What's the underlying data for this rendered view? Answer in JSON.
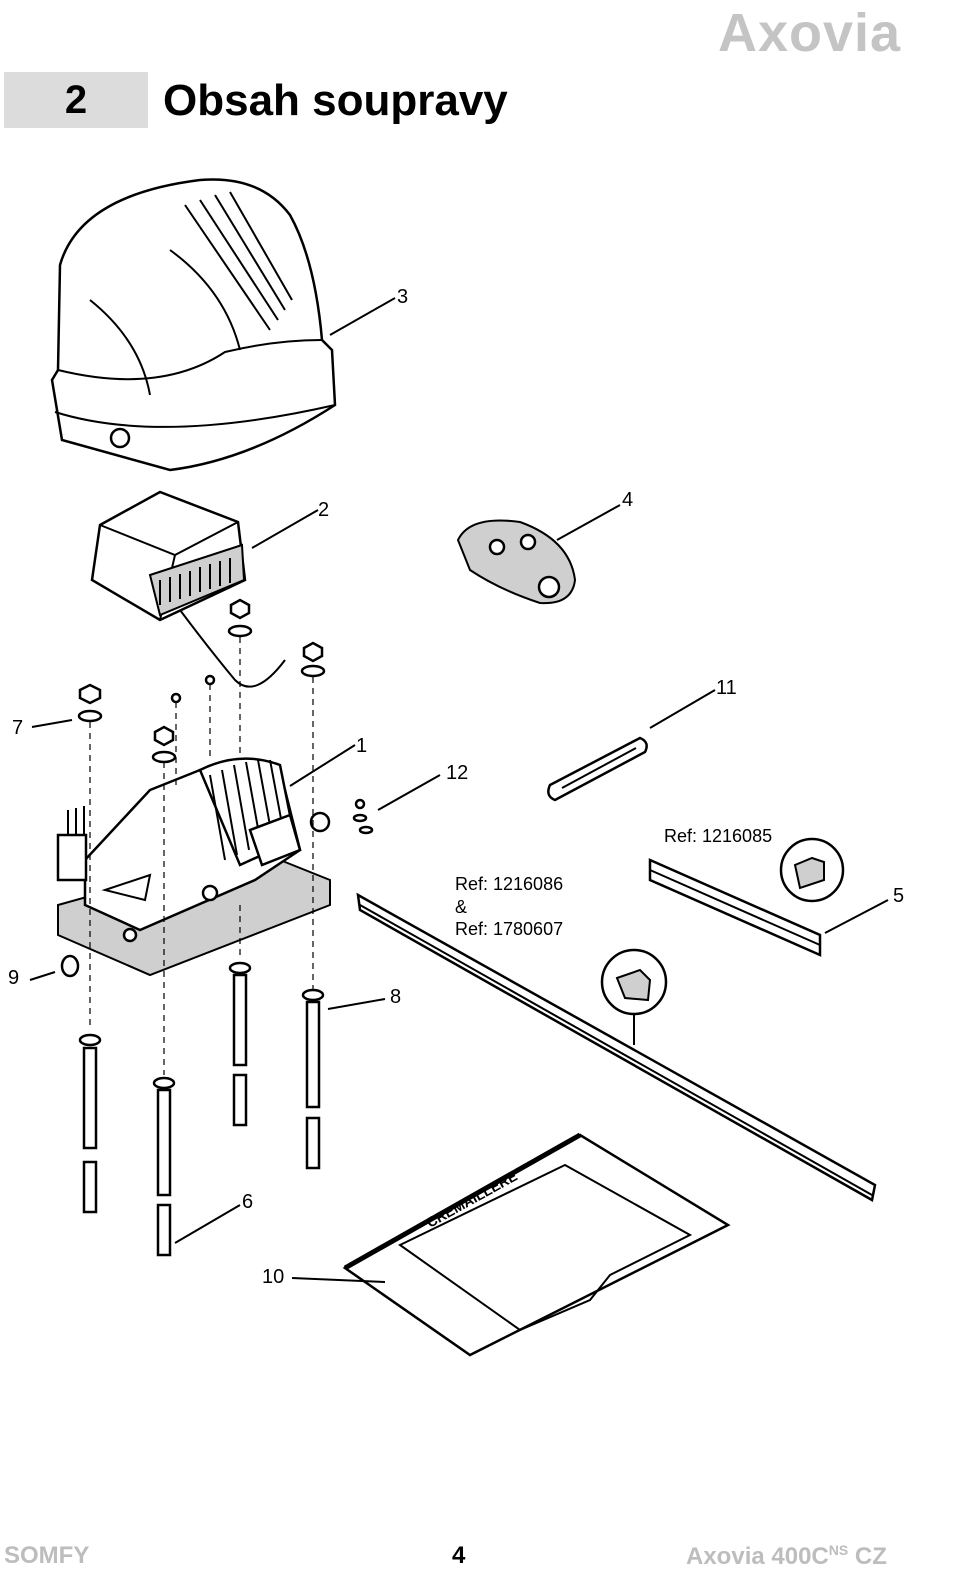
{
  "header": {
    "logo": "Axovia",
    "section_number": "2",
    "title": "Obsah soupravy"
  },
  "diagram": {
    "callouts": [
      "1",
      "2",
      "3",
      "4",
      "5",
      "6",
      "7",
      "8",
      "9",
      "10",
      "11",
      "12"
    ],
    "ref_rack_small": "Ref: 1216085",
    "ref_rack_long_1": "Ref: 1216086",
    "ref_rack_long_amp": "&",
    "ref_rack_long_2": "Ref: 1780607",
    "template_label": "CREMAILLERE"
  },
  "footer": {
    "brand": "SOMFY",
    "page_number": "4",
    "product": "Axovia 400C",
    "product_sup": "NS",
    "product_lang": "CZ"
  }
}
